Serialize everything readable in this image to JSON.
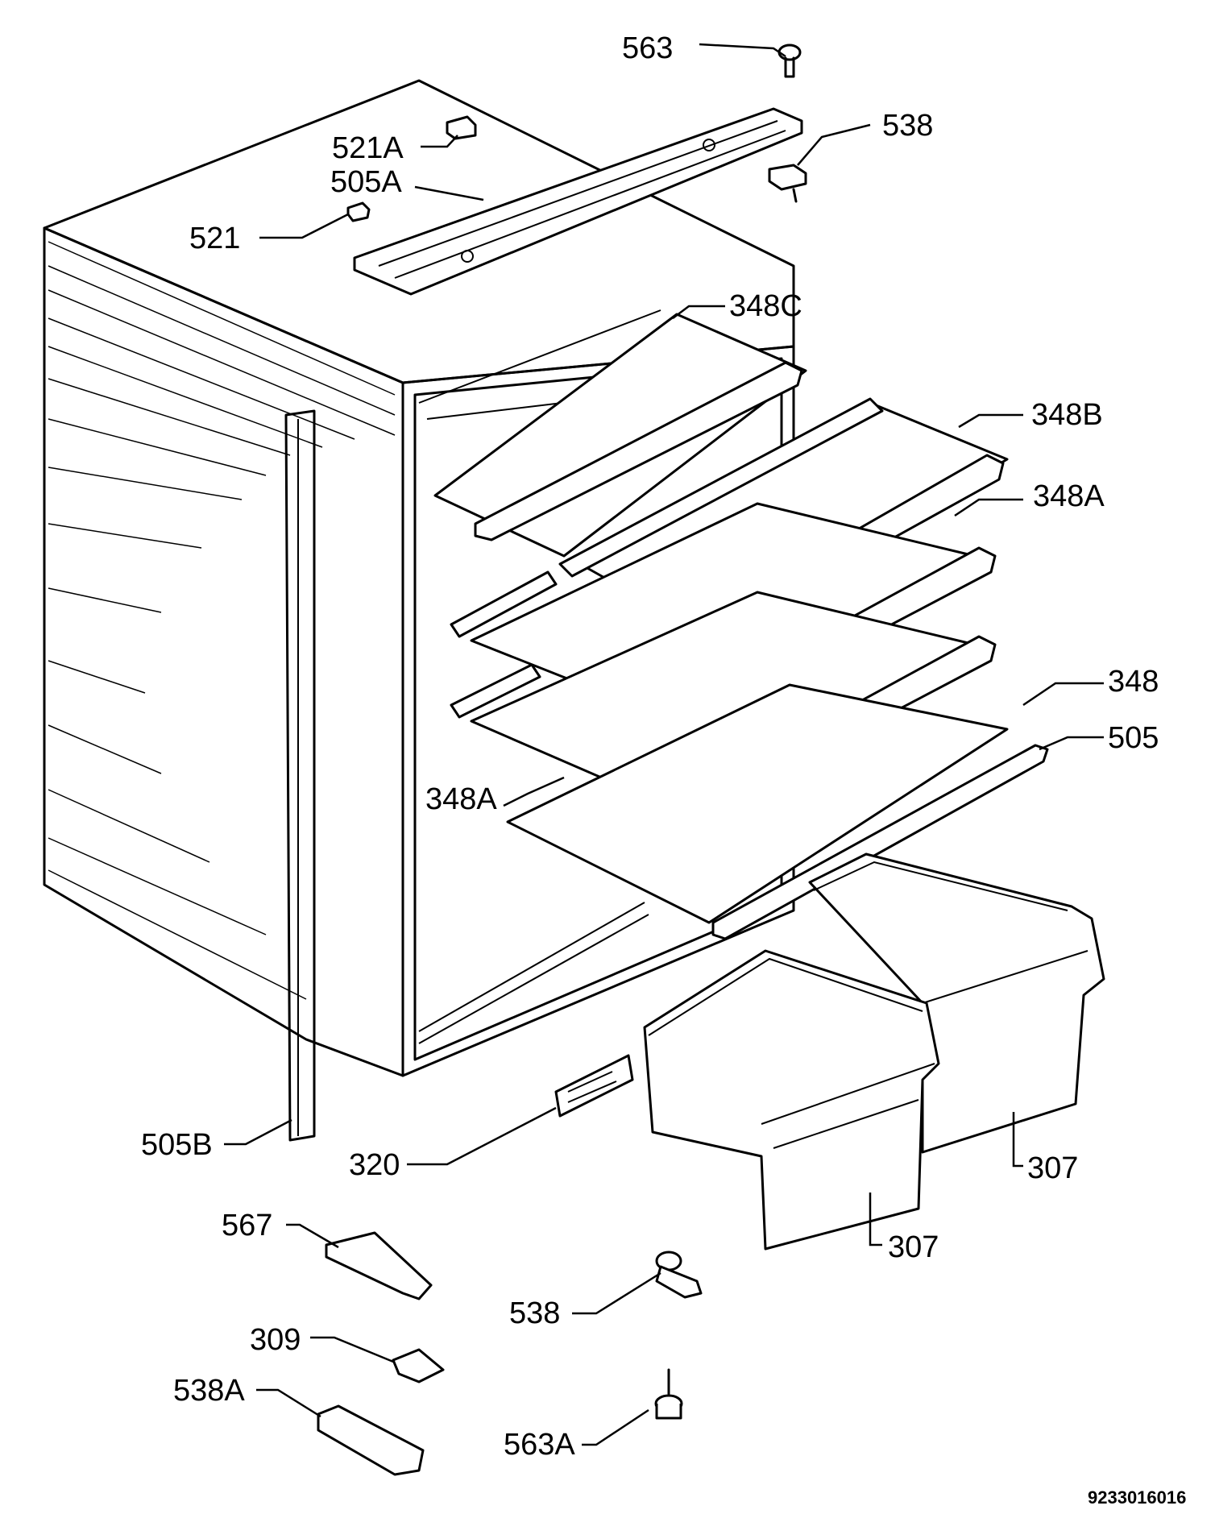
{
  "callouts": [
    {
      "id": "563-top",
      "label": "563"
    },
    {
      "id": "538-top",
      "label": "538"
    },
    {
      "id": "521a",
      "label": "521A"
    },
    {
      "id": "505a",
      "label": "505A"
    },
    {
      "id": "521",
      "label": "521"
    },
    {
      "id": "348c",
      "label": "348C"
    },
    {
      "id": "348b",
      "label": "348B"
    },
    {
      "id": "348a-right",
      "label": "348A"
    },
    {
      "id": "348",
      "label": "348"
    },
    {
      "id": "505",
      "label": "505"
    },
    {
      "id": "348a-left",
      "label": "348A"
    },
    {
      "id": "505b",
      "label": "505B"
    },
    {
      "id": "320",
      "label": "320"
    },
    {
      "id": "307-right",
      "label": "307"
    },
    {
      "id": "307-front",
      "label": "307"
    },
    {
      "id": "567",
      "label": "567"
    },
    {
      "id": "538-bottom",
      "label": "538"
    },
    {
      "id": "309",
      "label": "309"
    },
    {
      "id": "538a",
      "label": "538A"
    },
    {
      "id": "563a",
      "label": "563A"
    }
  ],
  "drawing_number": "9233016016"
}
